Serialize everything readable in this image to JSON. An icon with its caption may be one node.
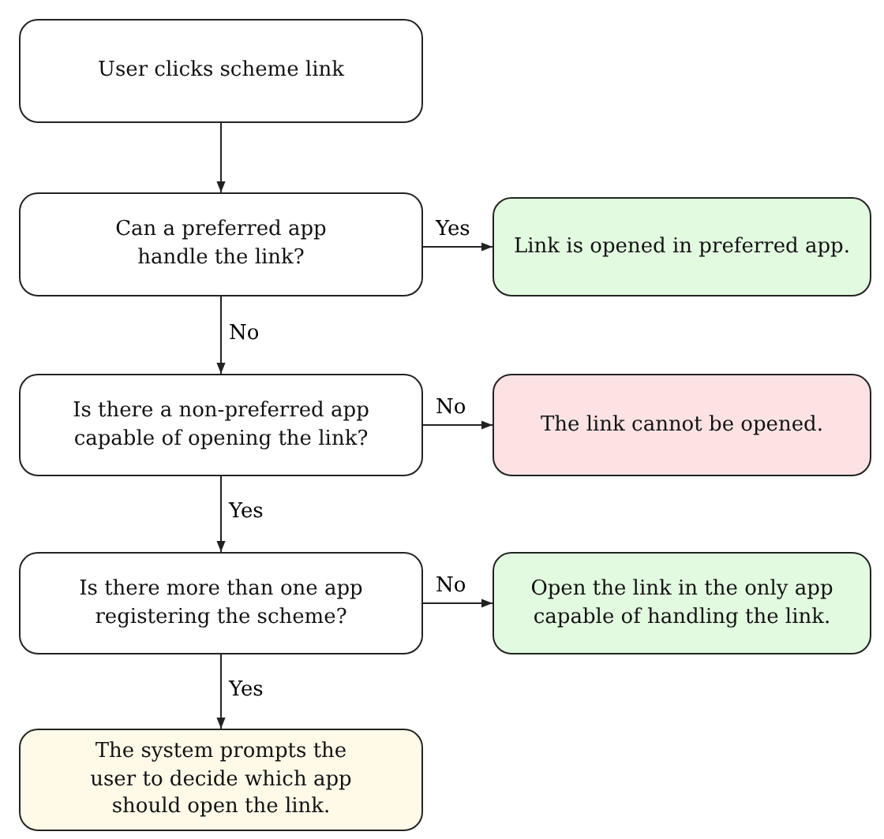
{
  "diagram": {
    "nodes": [
      {
        "text": [
          "User clicks scheme link"
        ]
      },
      {
        "text": [
          "Can a preferred app handle the link?"
        ]
      },
      {
        "text": [
          "Is there a non-preferred app capable of opening the link?"
        ]
      },
      {
        "text": [
          "Is there more than one app registering the scheme?"
        ]
      },
      {
        "text": [
          "The system prompts the user to decide which app should open the link."
        ]
      },
      {
        "text": [
          "Link is opened in preferred app."
        ]
      },
      {
        "text": [
          "The link cannot be opened."
        ]
      },
      {
        "text": [
          "Open the link in the only app capable of handling the link."
        ]
      }
    ],
    "edges": [
      {
        "from": 0,
        "to": 1,
        "arrow": "to"
      },
      {
        "from": 1,
        "to": 5,
        "arrow": "to",
        "label": "Yes"
      },
      {
        "from": 1,
        "to": 2,
        "arrow": "to",
        "label": "No"
      },
      {
        "from": 2,
        "to": 6,
        "arrow": "to",
        "label": "No"
      },
      {
        "from": 2,
        "to": 3,
        "arrow": "to",
        "label": "Yes"
      },
      {
        "from": 3,
        "to": 7,
        "arrow": "to",
        "label": "No"
      },
      {
        "from": 3,
        "to": 4,
        "arrow": "to",
        "label": "Yes"
      }
    ]
  }
}
